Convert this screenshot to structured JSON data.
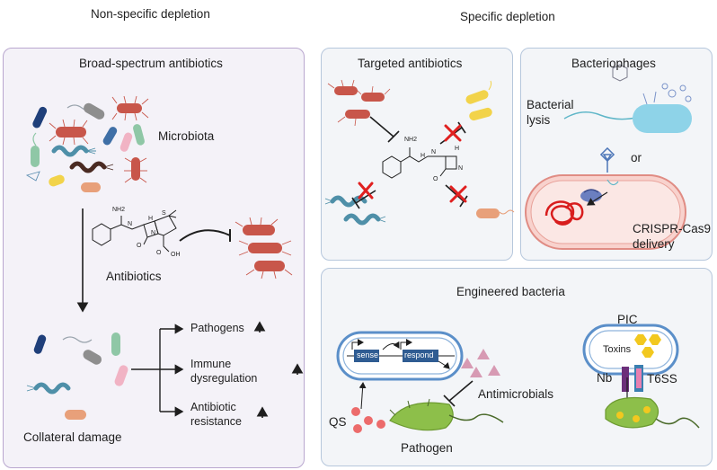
{
  "headers": {
    "left": "Non-specific depletion",
    "right": "Specific depletion"
  },
  "broad": {
    "title": "Broad-spectrum antibiotics",
    "microbiota": "Microbiota",
    "antibiotics": "Antibiotics",
    "collateral": "Collateral damage",
    "outcomes": [
      "Pathogens",
      "Immune",
      "dysregulation",
      "Antibiotic",
      "resistance"
    ],
    "molecule_labels": [
      "NH2",
      "N",
      "H",
      "S",
      "N",
      "O",
      "O",
      "OH"
    ]
  },
  "targeted": {
    "title": "Targeted antibiotics",
    "molecule_labels": [
      "NH2",
      "H",
      "N",
      "H",
      "N",
      "O"
    ]
  },
  "phages": {
    "title": "Bacteriophages",
    "lysis": [
      "Bacterial",
      "lysis"
    ],
    "or": "or",
    "crispr": [
      "CRISPR-Cas9",
      "delivery"
    ]
  },
  "engineered": {
    "title": "Engineered bacteria",
    "sense": "sense",
    "respond": "respond",
    "antimicrobials": "Antimicrobials",
    "qs": "QS",
    "pathogen": "Pathogen",
    "pic": "PIC",
    "toxins": "Toxins",
    "nb": "Nb",
    "t6ss": "T6SS"
  },
  "colors": {
    "panel_bg": "#f4f2f8",
    "panel_border": "#b9a7cf",
    "right_bg": "#f3f5f8",
    "right_border": "#b6c7dc",
    "membrane": "#5b8fc9",
    "pathogen": "#8dbf4a",
    "red_bacteria": "#b8453a"
  }
}
